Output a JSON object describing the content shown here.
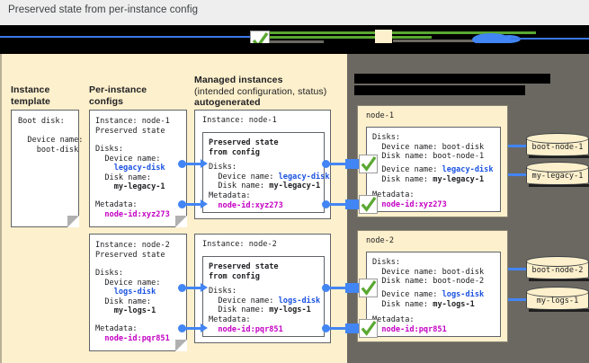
{
  "caption": "Preserved state from per-instance config",
  "colors": {
    "cream": "#fdf0cc",
    "gray_pane": "#6b6862",
    "blue_connector": "#4285f4",
    "blue_text": "#1a52e0",
    "magenta_text": "#c400c4",
    "green_check": "#5aa832",
    "redacted": "#000000"
  },
  "legend": {
    "obscured": true,
    "items": [
      {
        "icon": "blue-line-icon",
        "label": ""
      },
      {
        "icon": "green-check-icon",
        "label": ""
      },
      {
        "icon": "cream-square-icon",
        "label": ""
      },
      {
        "icon": "blue-disk-icon",
        "label": ""
      }
    ]
  },
  "columns": {
    "instance_template": {
      "line1": "Instance",
      "line2": "template"
    },
    "per_instance_configs": {
      "line1": "Per-instance",
      "line2": "configs"
    },
    "managed_instances": {
      "line1": "Managed instances",
      "line2": "(intended configuration, status)",
      "line3": "autogenerated"
    },
    "right_heading": {
      "line1": "",
      "line2": "",
      "obscured": true
    }
  },
  "instance_template_card": {
    "lines": [
      "Boot disk:",
      "",
      "  Device name:",
      "    boot-disk"
    ]
  },
  "per_instance_configs": [
    {
      "title_lines": [
        "Instance: node-1",
        "Preserved state"
      ],
      "disks_label": "Disks:",
      "device_name_label": "  Device name:",
      "device_name_value": "    legacy-disk",
      "disk_name_label": "  Disk name:",
      "disk_name_value": "    my-legacy-1",
      "metadata_label": "Metadata:",
      "metadata_value": "  node-id:xyz273"
    },
    {
      "title_lines": [
        "Instance: node-2",
        "Preserved state"
      ],
      "disks_label": "Disks:",
      "device_name_label": "  Device name:",
      "device_name_value": "    logs-disk",
      "disk_name_label": "  Disk name:",
      "disk_name_value": "    my-logs-1",
      "metadata_label": "Metadata:",
      "metadata_value": "  node-id:pqr851"
    }
  ],
  "managed_instances": [
    {
      "title": "Instance: node-1",
      "preserved_line1": "Preserved state",
      "preserved_line2": "from config",
      "disks_label": "Disks:",
      "device_name_label": "  Device name: ",
      "device_name_value": "legacy-disk",
      "disk_name_label": "  Disk name: ",
      "disk_name_value": "my-legacy-1",
      "metadata_label": "Metadata:",
      "metadata_value": "  node-id:xyz273"
    },
    {
      "title": "Instance: node-2",
      "preserved_line1": "Preserved state",
      "preserved_line2": "from config",
      "disks_label": "Disks:",
      "device_name_label": "  Device name: ",
      "device_name_value": "logs-disk",
      "disk_name_label": "  Disk name: ",
      "disk_name_value": "my-logs-1",
      "metadata_label": "Metadata:",
      "metadata_value": "  node-id:pqr851"
    }
  ],
  "nodes": [
    {
      "title": "node-1",
      "disks_label": "Disks:",
      "boot_device_line": "  Device name: boot-disk",
      "boot_disk_line": "  Disk name: boot-node-1",
      "pres_device_label": "  Device name: ",
      "pres_device_value": "legacy-disk",
      "pres_disk_label": "  Disk name: ",
      "pres_disk_value": "my-legacy-1",
      "metadata_label": "Metadata:",
      "metadata_value": "  node-id:xyz273",
      "disks": [
        "boot-node-1",
        "my-legacy-1"
      ]
    },
    {
      "title": "node-2",
      "disks_label": "Disks:",
      "boot_device_line": "  Device name: boot-disk",
      "boot_disk_line": "  Disk name: boot-node-2",
      "pres_device_label": "  Device name: ",
      "pres_device_value": "logs-disk",
      "pres_disk_label": "  Disk name: ",
      "pres_disk_value": "my-logs-1",
      "metadata_label": "Metadata:",
      "metadata_value": "  node-id:pqr851",
      "disks": [
        "boot-node-2",
        "my-logs-1"
      ]
    }
  ]
}
